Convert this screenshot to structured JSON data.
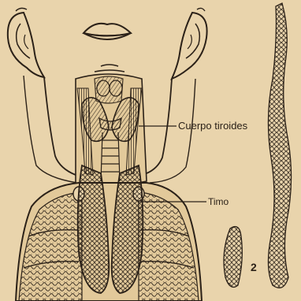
{
  "figure": {
    "labels": {
      "thyroid": "Cuerpo tiroides",
      "thymus": "Timo",
      "panel_number": "2"
    },
    "colors": {
      "paper": "#e9d4ac",
      "ink": "#2b2118"
    }
  }
}
